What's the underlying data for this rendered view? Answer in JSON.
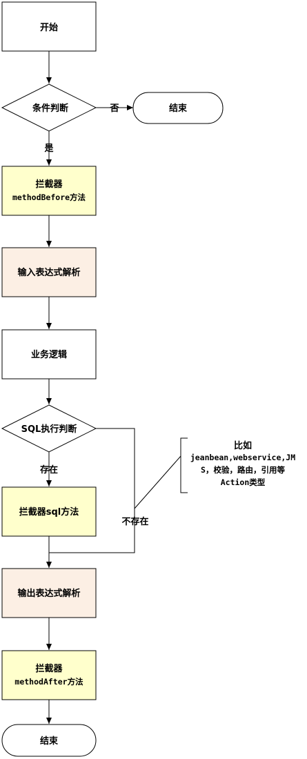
{
  "nodes": {
    "start": {
      "label": "开始"
    },
    "condition": {
      "label": "条件判断"
    },
    "end_top": {
      "label": "结束"
    },
    "interceptor_before": {
      "line1": "拦截器",
      "line2": "methodBefore方法"
    },
    "input_parse": {
      "label": "输入表达式解析"
    },
    "business": {
      "label": "业务逻辑"
    },
    "sql_decision": {
      "label": "SQL执行判断"
    },
    "interceptor_sql": {
      "label": "拦截器sql方法"
    },
    "output_parse": {
      "label": "输出表达式解析"
    },
    "interceptor_after": {
      "line1": "拦截器",
      "line2": "methodAfter方法"
    },
    "end_bottom": {
      "label": "结束"
    }
  },
  "edges": {
    "no_label": "否",
    "yes_label": "是",
    "exists_label": "存在",
    "not_exists_label": "不存在"
  },
  "note": {
    "line1": "比如",
    "line2": "jeanbean,webservice,JM",
    "line3": "S，校验，路由，引用等",
    "line4": "Action类型"
  },
  "colors": {
    "white_fill": "#ffffff",
    "yellow_fill": "#ffffcc",
    "peach_fill": "#fcefe4",
    "stroke": "#000000"
  }
}
